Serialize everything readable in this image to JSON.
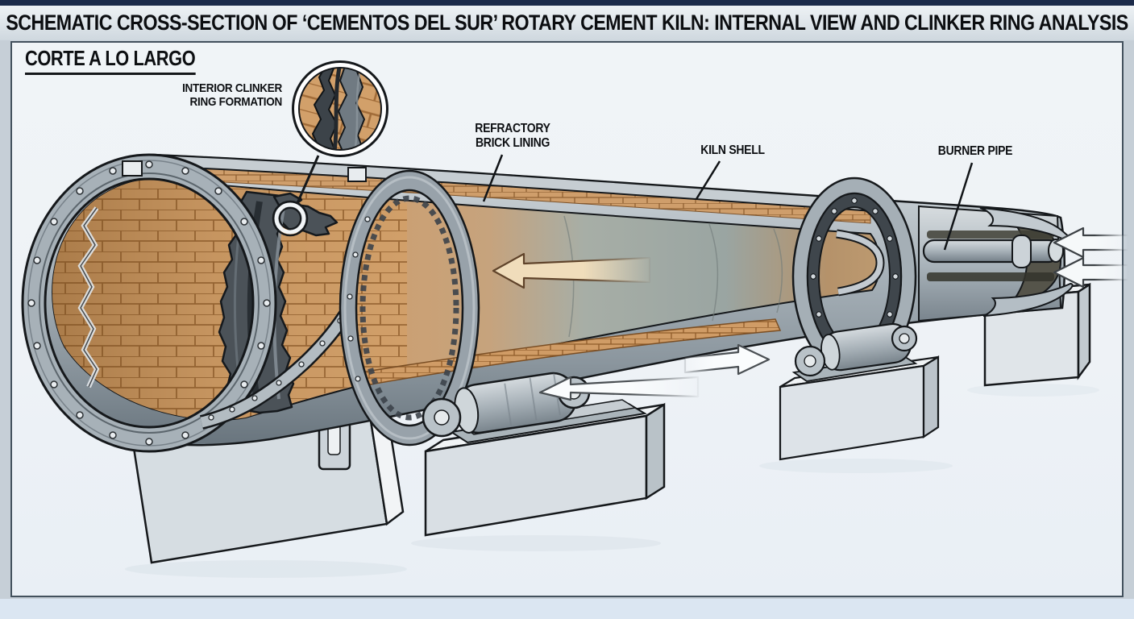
{
  "title": "SCHEMATIC CROSS-SECTION OF ‘CEMENTOS DEL SUR’ ROTARY CEMENT KILN: INTERNAL VIEW AND CLINKER RING ANALYSIS",
  "section_label": "CORTE A LO LARGO",
  "callouts": {
    "clinker_ring": {
      "line1": "INTERIOR CLINKER",
      "line2": "RING FORMATION"
    },
    "refractory": {
      "line1": "REFRACTORY",
      "line2": "BRICK LINING"
    },
    "kiln_shell": {
      "label": "KILN SHELL"
    },
    "burner_pipe": {
      "label": "BURNER PIPE"
    }
  },
  "icons": {
    "material_flow_arrow": "←",
    "rotation_arrow_left": "←",
    "rotation_arrow_right": "→",
    "air_inlet_arrow_upper": "←",
    "air_inlet_arrow_lower": "←",
    "magnifier_target": "○"
  },
  "colors": {
    "top_rule": "#1c2b4a",
    "title_bar_bg": "#dde4ea",
    "outer_bg": "#c6cfd7",
    "canvas_bg": "#f0f4f7",
    "frame_border": "#43515d",
    "shell_steel": "#9aa5ad",
    "refractory_brick": "#d2a06a",
    "clinker_deposit": "#474e54",
    "concrete": "#dde3e7",
    "bottom_band": "#dbe6f2"
  }
}
